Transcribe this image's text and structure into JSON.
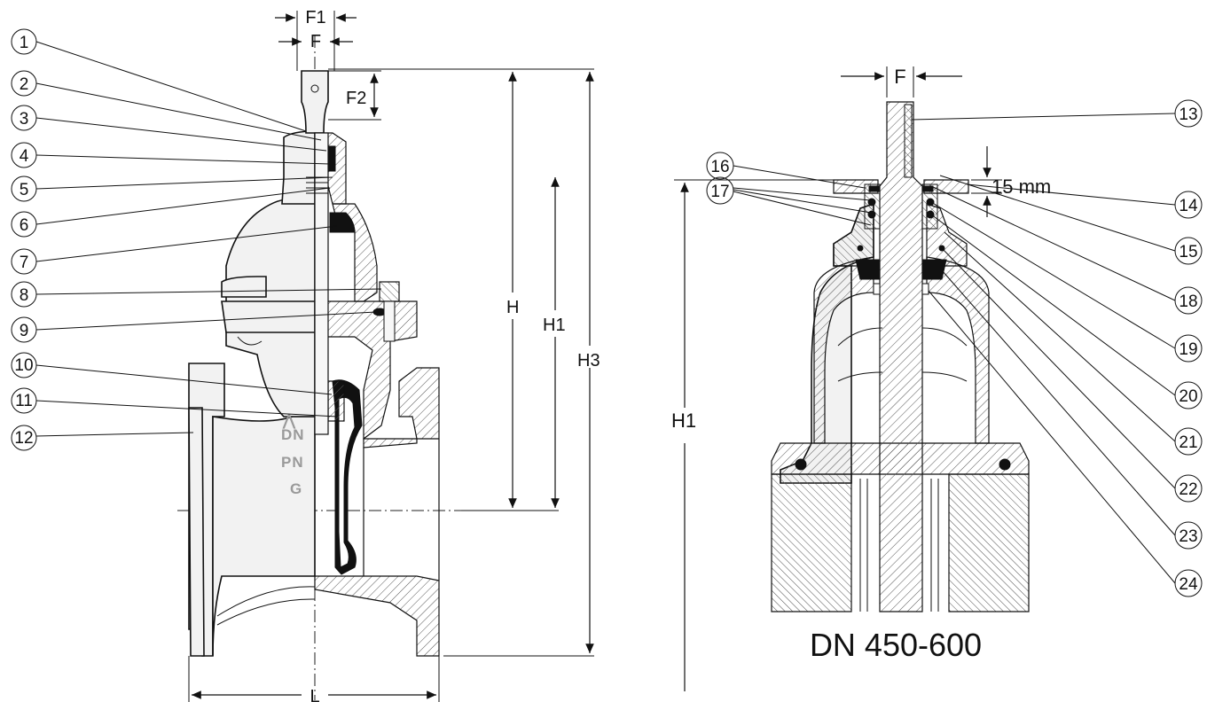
{
  "left_view": {
    "callouts": [
      "1",
      "2",
      "3",
      "4",
      "5",
      "6",
      "7",
      "8",
      "9",
      "10",
      "11",
      "12"
    ],
    "dimensions": {
      "f1": "F1",
      "f": "F",
      "f2": "F2",
      "h": "H",
      "h1": "H1",
      "h3": "H3",
      "l": "L"
    },
    "cast_marks": [
      "DN",
      "PN",
      "G"
    ]
  },
  "right_view": {
    "callouts": [
      "13",
      "14",
      "15",
      "16",
      "17",
      "18",
      "19",
      "20",
      "21",
      "22",
      "23",
      "24"
    ],
    "dimensions": {
      "f": "F",
      "h1": "H1",
      "gap": "15 mm"
    },
    "title": "DN 450-600"
  }
}
